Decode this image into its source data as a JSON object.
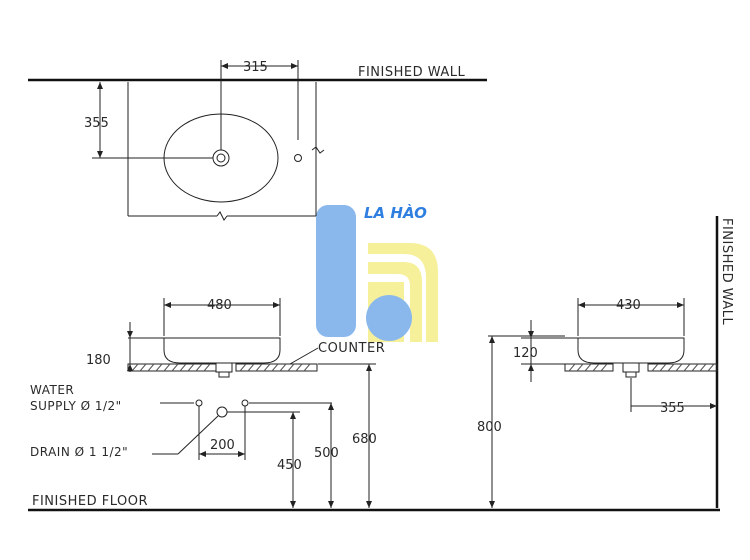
{
  "labels": {
    "finished_wall_top": "FINISHED  WALL",
    "finished_wall_side": "FINISHED WALL",
    "finished_floor": "FINISHED  FLOOR",
    "counter": "COUNTER",
    "water_line1": "WATER",
    "water_line2": "SUPPLY Ø 1/2\"",
    "drain": "DRAIN Ø 1 1/2\""
  },
  "dimensions": {
    "plan_width": "315",
    "plan_depth": "355",
    "basin_width_left": "480",
    "basin_height_left": "180",
    "supply_spacing": "200",
    "supply_height": "450",
    "drain_height": "500",
    "counter_height_left": "680",
    "counter_height_right": "800",
    "basin_width_right": "430",
    "basin_height_right": "120",
    "wall_offset": "355"
  },
  "watermark": {
    "text": "LA HÀO",
    "blue": "#8ab8ec",
    "yellow": "#f6f09a",
    "text_color": "#2f7fe0"
  }
}
